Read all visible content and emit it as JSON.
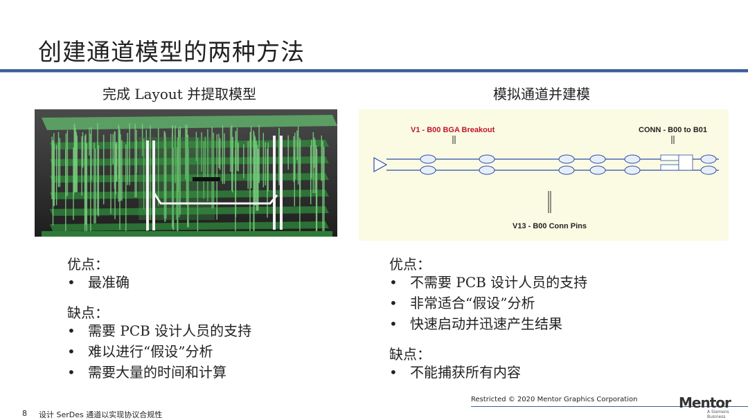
{
  "slide": {
    "title": "创建通道模型的两种方法",
    "left_caption": "完成 Layout 并提取模型",
    "right_caption": "模拟通道并建模"
  },
  "left": {
    "pros_heading": "优点：",
    "pros": [
      "最准确"
    ],
    "cons_heading": "缺点：",
    "cons": [
      "需要 PCB 设计人员的支持",
      "难以进行“假设”分析",
      "需要大量的时间和计算"
    ]
  },
  "right": {
    "pros_heading": "优点：",
    "pros": [
      "不需要 PCB 设计人员的支持",
      "非常适合“假设”分析",
      "快速启动并迅速产生结果"
    ],
    "cons_heading": "缺点：",
    "cons": [
      "不能捕获所有内容"
    ]
  },
  "schematic": {
    "label_breakout": "V1 - B00 BGA Breakout",
    "label_conn": "CONN - B00 to B01",
    "label_pins": "V13 - B00 Conn Pins",
    "colors": {
      "breakout": "#c0142a",
      "text": "#222222",
      "background": "#fbfbe4"
    }
  },
  "footer": {
    "restricted": "Restricted © 2020 Mentor Graphics Corporation",
    "logo": "Mentor",
    "logo_sub": "A Siemens Business",
    "page_number": "8",
    "text": "设计 SerDes 通道以实现协议合规性"
  },
  "bullet": "•",
  "colors": {
    "rule": "#3a5f9a",
    "pcb_green": "#3e9a4a"
  }
}
